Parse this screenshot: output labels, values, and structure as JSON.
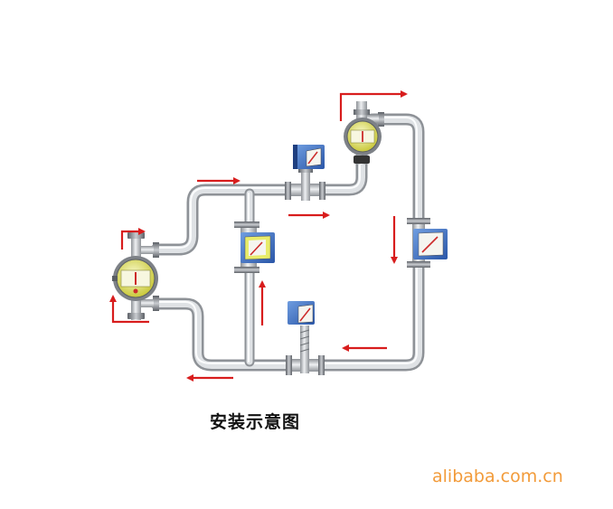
{
  "caption": "安装示意图",
  "watermark": "alibaba.com.cn",
  "colors": {
    "pipe": "#c9ccd0",
    "pipe_highlight": "#eef0f2",
    "pipe_shadow": "#8e9297",
    "arrow": "#d81d1d",
    "meter_blue": "#3b6fc4",
    "meter_face": "#e8e84a",
    "watermark": "#f29b3a"
  },
  "meters": [
    {
      "name": "left-vertical-meter",
      "type": "round-face"
    },
    {
      "name": "top-horizontal-meter",
      "type": "box-face"
    },
    {
      "name": "top-right-meter",
      "type": "round-face"
    },
    {
      "name": "center-meter",
      "type": "box-face"
    },
    {
      "name": "right-vertical-meter",
      "type": "box-face"
    },
    {
      "name": "bottom-meter",
      "type": "box-face"
    }
  ]
}
